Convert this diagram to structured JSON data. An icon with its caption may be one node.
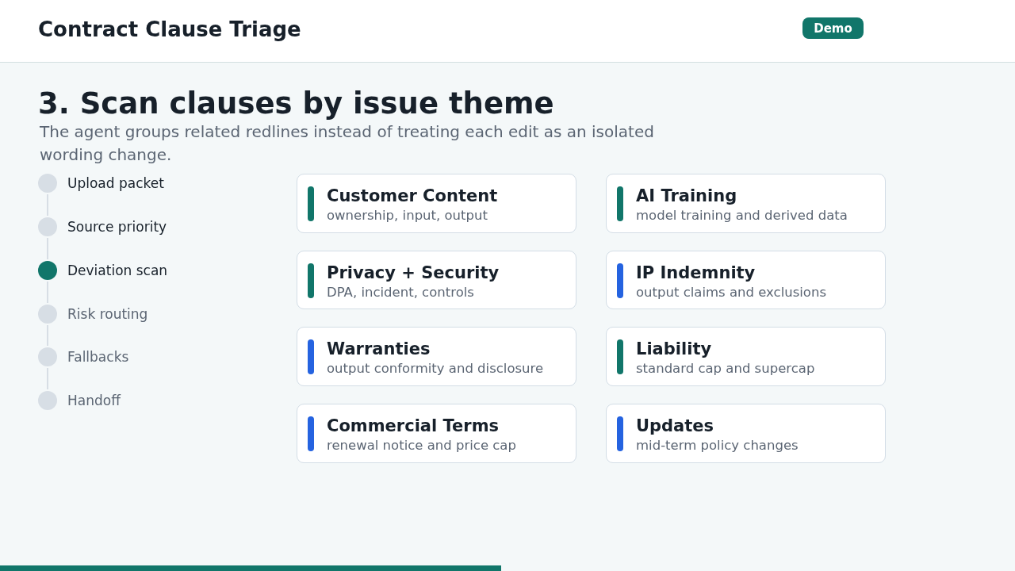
{
  "diagram": {
    "title": "Contract Clause Triage",
    "nodes": [
      {
        "text": [
          "Demo"
        ]
      },
      {
        "text": [],
        "shape": "circle",
        "beside": [
          "Upload packet"
        ]
      },
      {
        "text": [],
        "shape": "circle",
        "beside": [
          "Source priority"
        ]
      },
      {
        "text": [],
        "shape": "circle",
        "beside": [
          "Deviation scan"
        ]
      },
      {
        "text": [],
        "shape": "circle",
        "beside": [
          "Risk routing"
        ]
      },
      {
        "text": [],
        "shape": "circle",
        "beside": [
          "Fallbacks"
        ]
      },
      {
        "text": [],
        "shape": "circle",
        "beside": [
          "Handoff"
        ]
      },
      {
        "text": [
          "Customer Content",
          "ownership, input, output"
        ]
      },
      {
        "text": [
          "AI Training",
          "model training and derived data"
        ]
      },
      {
        "text": [
          "Privacy + Security",
          "DPA, incident, controls"
        ]
      },
      {
        "text": [
          "IP Indemnity",
          "output claims and exclusions"
        ]
      },
      {
        "text": [
          "Warranties",
          "output conformity and disclosure"
        ]
      },
      {
        "text": [
          "Liability",
          "standard cap and supercap"
        ]
      },
      {
        "text": [
          "Commercial Terms",
          "renewal notice and price cap"
        ]
      },
      {
        "text": [
          "Updates",
          "mid-term policy changes"
        ]
      }
    ],
    "edges": [
      {
        "from": 1,
        "to": 2,
        "arrow": "none"
      },
      {
        "from": 2,
        "to": 3,
        "arrow": "none"
      },
      {
        "from": 3,
        "to": 4,
        "arrow": "none"
      },
      {
        "from": 4,
        "to": 5,
        "arrow": "none"
      },
      {
        "from": 5,
        "to": 6,
        "arrow": "none"
      }
    ],
    "labels": [
      "3. Scan clauses by issue theme",
      "The agent groups related redlines instead of treating each edit as an isolated wording change."
    ]
  }
}
